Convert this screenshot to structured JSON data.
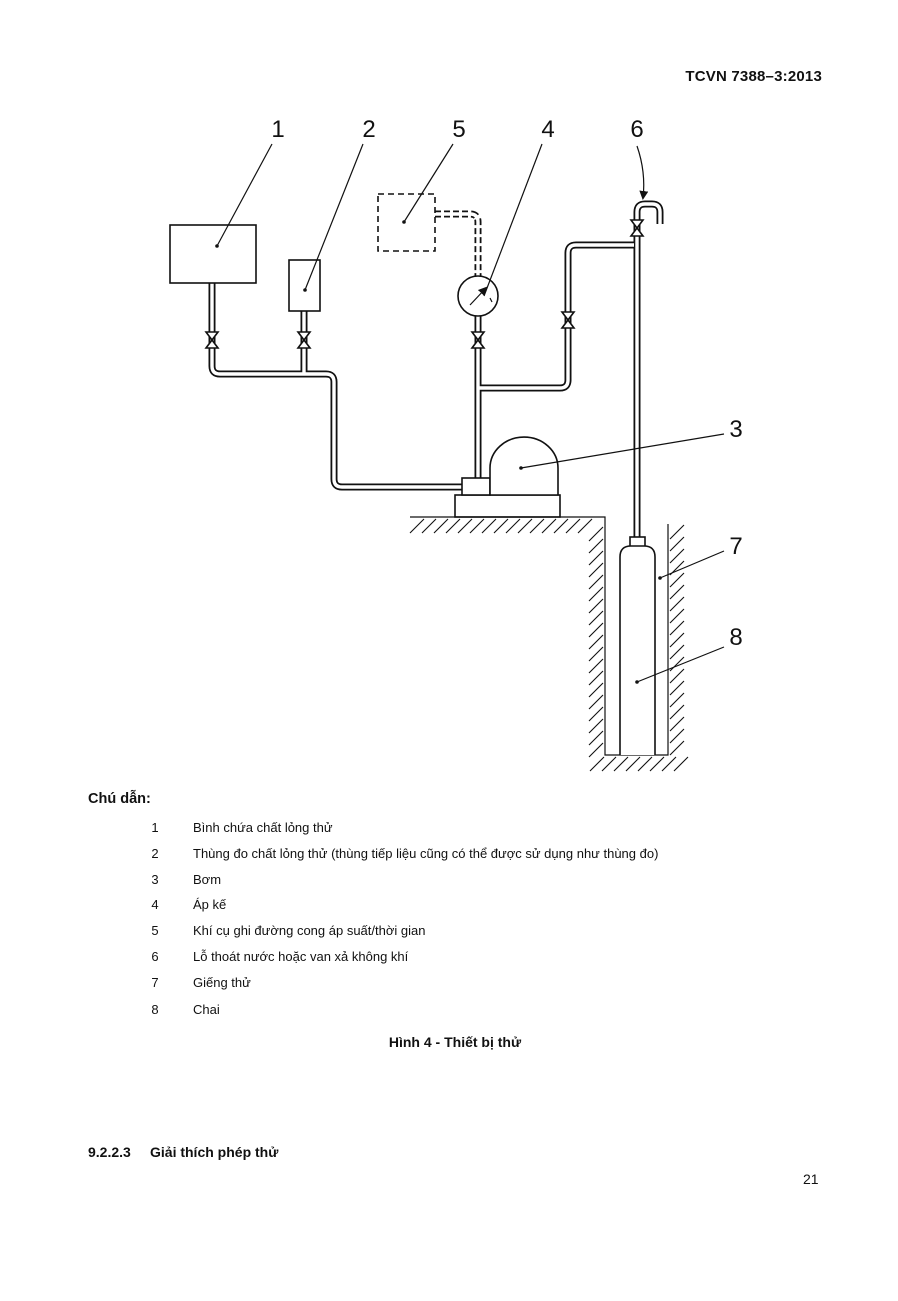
{
  "header": {
    "standard_id": "TCVN 7388–3:2013"
  },
  "figure": {
    "callouts": [
      "1",
      "2",
      "5",
      "4",
      "6",
      "3",
      "7",
      "8"
    ]
  },
  "legend": {
    "title": "Chú dẫn:",
    "items": [
      {
        "num": "1",
        "text": "Bình chứa chất lỏng thử"
      },
      {
        "num": "2",
        "text": "Thùng đo chất lỏng thử (thùng tiếp liệu cũng có thể được sử dụng như thùng đo)"
      },
      {
        "num": "3",
        "text": "Bơm"
      },
      {
        "num": "4",
        "text": "Áp kế"
      },
      {
        "num": "5",
        "text": "Khí cụ ghi đường cong áp suất/thời gian"
      },
      {
        "num": "6",
        "text": "Lỗ thoát nước hoặc van xả không khí"
      },
      {
        "num": "7",
        "text": "Giếng thử"
      },
      {
        "num": "8",
        "text": "Chai"
      }
    ]
  },
  "caption": "Hình 4 - Thiết bị thử",
  "section": {
    "number": "9.2.2.3",
    "title": "Giải thích phép thử"
  },
  "page_number": "21"
}
